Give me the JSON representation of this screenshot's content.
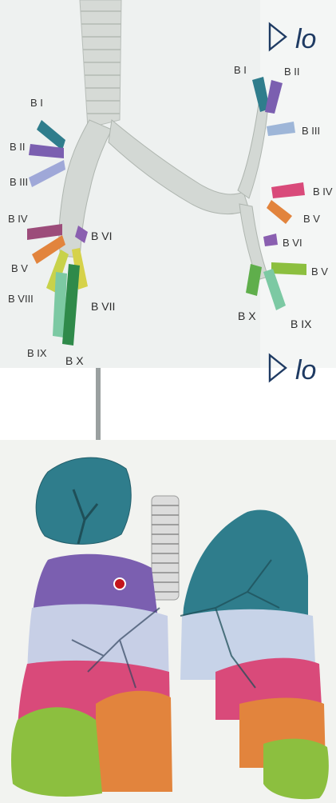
{
  "bullets": {
    "top": {
      "text": "lo",
      "icon": "hollow-arrow-bullet-icon"
    },
    "middle": {
      "text": "lo",
      "icon": "hollow-arrow-bullet-icon"
    }
  },
  "bronchi_figure": {
    "right_side_labels": {
      "b1": "B I",
      "b2": "B II",
      "b3": "B III",
      "b4": "B IV",
      "b5": "B V",
      "b6": "B VI",
      "b7": "B VII",
      "b8": "B VIII",
      "b9": "B IX",
      "b10": "B X"
    },
    "left_side_labels": {
      "b1": "B I",
      "b2": "B II",
      "b3": "B III",
      "b4": "B IV",
      "b5": "B V",
      "b6": "B VI",
      "b8": "B V",
      "b10": "B X",
      "b9": "B IX"
    }
  },
  "colors": {
    "teal": "#2f7d8c",
    "purple": "#7b5fb0",
    "lavender": "#9fa8d8",
    "blue_gray": "#9eb6d8",
    "pink": "#d94a7a",
    "orange": "#e2843d",
    "olive": "#8cbf3f",
    "green": "#5fae4b",
    "dark_green": "#2f8a4a",
    "yellow_green": "#c8d24a",
    "mint": "#7cc9a3",
    "trachea": "#d9dcd8",
    "navy_text": "#1f3b63"
  }
}
